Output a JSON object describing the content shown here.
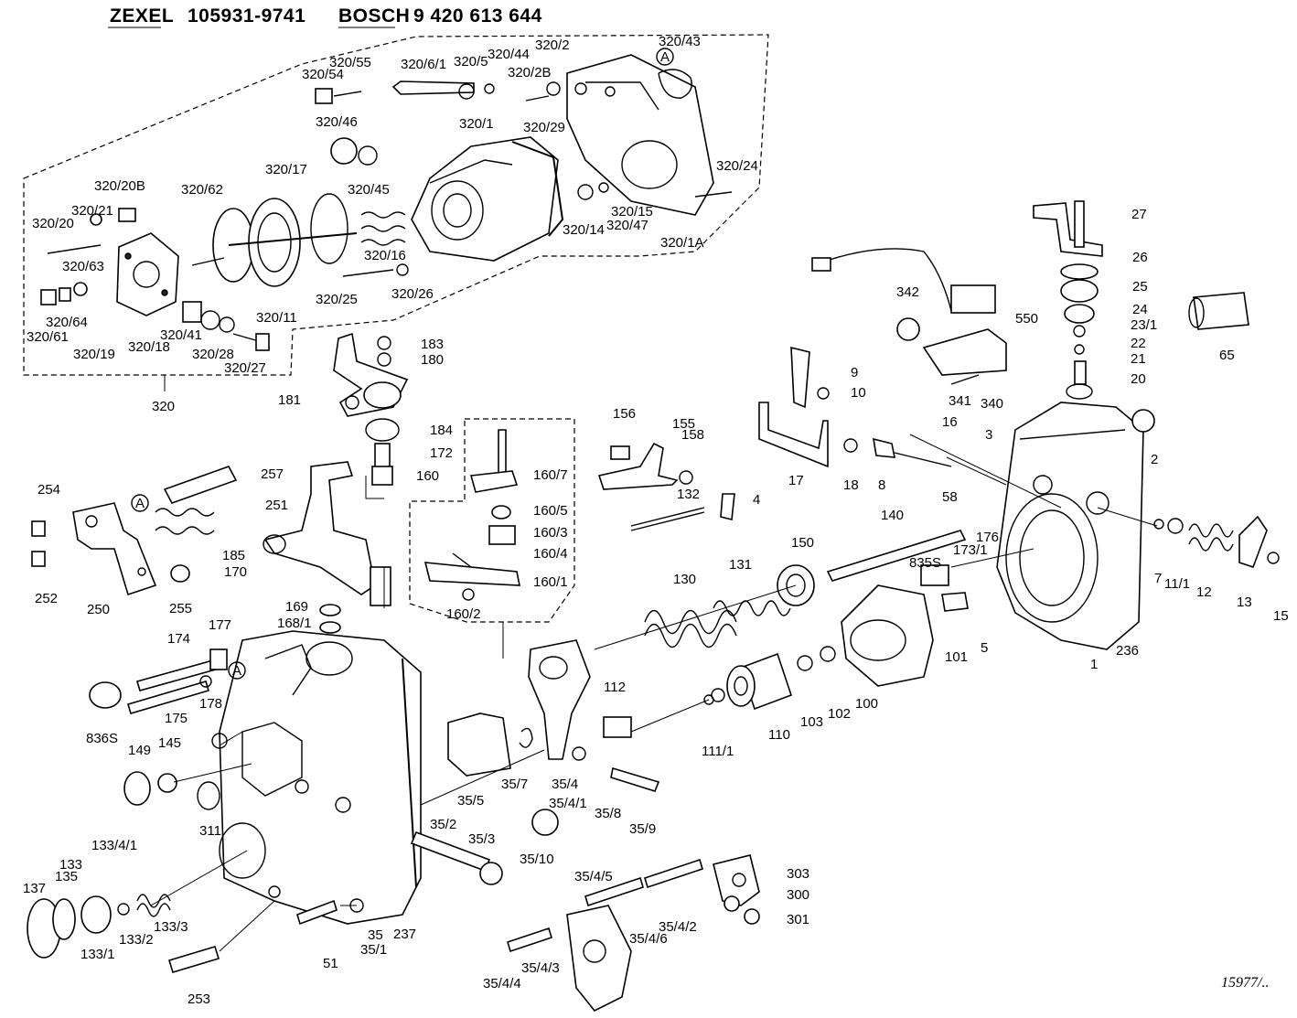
{
  "header": {
    "brand1": "ZEXEL",
    "part_no1": "105931-9741",
    "brand2": "BOSCH",
    "part_no2": "9 420 613 644"
  },
  "stamp": "15977/..",
  "labels": [
    {
      "id": "320/55",
      "t": "320/55"
    },
    {
      "id": "320/54",
      "t": "320/54"
    },
    {
      "id": "320/6/1",
      "t": "320/6/1"
    },
    {
      "id": "320/5",
      "t": "320/5"
    },
    {
      "id": "320/44",
      "t": "320/44"
    },
    {
      "id": "320/2",
      "t": "320/2"
    },
    {
      "id": "320/2B",
      "t": "320/2B"
    },
    {
      "id": "320/43",
      "t": "320/43"
    },
    {
      "id": "320/46",
      "t": "320/46"
    },
    {
      "id": "320/1",
      "t": "320/1"
    },
    {
      "id": "320/29",
      "t": "320/29"
    },
    {
      "id": "320/17",
      "t": "320/17"
    },
    {
      "id": "320/45",
      "t": "320/45"
    },
    {
      "id": "320/62",
      "t": "320/62"
    },
    {
      "id": "320/20B",
      "t": "320/20B"
    },
    {
      "id": "320/21",
      "t": "320/21"
    },
    {
      "id": "320/20",
      "t": "320/20"
    },
    {
      "id": "320/63",
      "t": "320/63"
    },
    {
      "id": "320/16",
      "t": "320/16"
    },
    {
      "id": "320/25",
      "t": "320/25"
    },
    {
      "id": "320/26",
      "t": "320/26"
    },
    {
      "id": "320/14",
      "t": "320/14"
    },
    {
      "id": "320/15",
      "t": "320/15"
    },
    {
      "id": "320/47",
      "t": "320/47"
    },
    {
      "id": "320/24",
      "t": "320/24"
    },
    {
      "id": "320/1A",
      "t": "320/1A"
    },
    {
      "id": "320/64",
      "t": "320/64"
    },
    {
      "id": "320/61",
      "t": "320/61"
    },
    {
      "id": "320/19",
      "t": "320/19"
    },
    {
      "id": "320/18",
      "t": "320/18"
    },
    {
      "id": "320/41",
      "t": "320/41"
    },
    {
      "id": "320/28",
      "t": "320/28"
    },
    {
      "id": "320/27",
      "t": "320/27"
    },
    {
      "id": "320/11",
      "t": "320/11"
    },
    {
      "id": "320",
      "t": "320"
    },
    {
      "id": "183",
      "t": "183"
    },
    {
      "id": "180",
      "t": "180"
    },
    {
      "id": "181",
      "t": "181"
    },
    {
      "id": "184",
      "t": "184"
    },
    {
      "id": "172",
      "t": "172"
    },
    {
      "id": "160",
      "t": "160"
    },
    {
      "id": "160/7",
      "t": "160/7"
    },
    {
      "id": "160/5",
      "t": "160/5"
    },
    {
      "id": "160/3",
      "t": "160/3"
    },
    {
      "id": "160/4",
      "t": "160/4"
    },
    {
      "id": "160/1",
      "t": "160/1"
    },
    {
      "id": "160/2",
      "t": "160/2"
    },
    {
      "id": "156",
      "t": "156"
    },
    {
      "id": "155",
      "t": "155"
    },
    {
      "id": "158",
      "t": "158"
    },
    {
      "id": "132",
      "t": "132"
    },
    {
      "id": "4",
      "t": "4"
    },
    {
      "id": "9",
      "t": "9"
    },
    {
      "id": "10",
      "t": "10"
    },
    {
      "id": "17",
      "t": "17"
    },
    {
      "id": "18",
      "t": "18"
    },
    {
      "id": "8",
      "t": "8"
    },
    {
      "id": "16",
      "t": "16"
    },
    {
      "id": "3",
      "t": "3"
    },
    {
      "id": "58",
      "t": "58"
    },
    {
      "id": "342",
      "t": "342"
    },
    {
      "id": "550",
      "t": "550"
    },
    {
      "id": "341",
      "t": "341"
    },
    {
      "id": "340",
      "t": "340"
    },
    {
      "id": "27",
      "t": "27"
    },
    {
      "id": "26",
      "t": "26"
    },
    {
      "id": "25",
      "t": "25"
    },
    {
      "id": "24",
      "t": "24"
    },
    {
      "id": "23/1",
      "t": "23/1"
    },
    {
      "id": "22",
      "t": "22"
    },
    {
      "id": "21",
      "t": "21"
    },
    {
      "id": "20",
      "t": "20"
    },
    {
      "id": "65",
      "t": "65"
    },
    {
      "id": "2",
      "t": "2"
    },
    {
      "id": "254",
      "t": "254"
    },
    {
      "id": "257",
      "t": "257"
    },
    {
      "id": "251",
      "t": "251"
    },
    {
      "id": "252",
      "t": "252"
    },
    {
      "id": "250",
      "t": "250"
    },
    {
      "id": "255",
      "t": "255"
    },
    {
      "id": "185",
      "t": "185"
    },
    {
      "id": "170",
      "t": "170"
    },
    {
      "id": "169",
      "t": "169"
    },
    {
      "id": "168/1",
      "t": "168/1"
    },
    {
      "id": "174",
      "t": "174"
    },
    {
      "id": "177",
      "t": "177"
    },
    {
      "id": "175",
      "t": "175"
    },
    {
      "id": "178",
      "t": "178"
    },
    {
      "id": "836S",
      "t": "836S"
    },
    {
      "id": "149",
      "t": "149"
    },
    {
      "id": "145",
      "t": "145"
    },
    {
      "id": "311",
      "t": "311"
    },
    {
      "id": "140",
      "t": "140"
    },
    {
      "id": "176",
      "t": "176"
    },
    {
      "id": "173/1",
      "t": "173/1"
    },
    {
      "id": "835S",
      "t": "835S"
    },
    {
      "id": "150",
      "t": "150"
    },
    {
      "id": "131",
      "t": "131"
    },
    {
      "id": "130",
      "t": "130"
    },
    {
      "id": "7",
      "t": "7"
    },
    {
      "id": "11/1",
      "t": "11/1"
    },
    {
      "id": "12",
      "t": "12"
    },
    {
      "id": "13",
      "t": "13"
    },
    {
      "id": "15",
      "t": "15"
    },
    {
      "id": "5",
      "t": "5"
    },
    {
      "id": "101",
      "t": "101"
    },
    {
      "id": "1",
      "t": "1"
    },
    {
      "id": "236",
      "t": "236"
    },
    {
      "id": "100",
      "t": "100"
    },
    {
      "id": "102",
      "t": "102"
    },
    {
      "id": "103",
      "t": "103"
    },
    {
      "id": "110",
      "t": "110"
    },
    {
      "id": "111/1",
      "t": "111/1"
    },
    {
      "id": "112",
      "t": "112"
    },
    {
      "id": "35/5",
      "t": "35/5"
    },
    {
      "id": "35/7",
      "t": "35/7"
    },
    {
      "id": "35/4",
      "t": "35/4"
    },
    {
      "id": "35/4/1",
      "t": "35/4/1"
    },
    {
      "id": "35/8",
      "t": "35/8"
    },
    {
      "id": "35/9",
      "t": "35/9"
    },
    {
      "id": "35/10",
      "t": "35/10"
    },
    {
      "id": "35/2",
      "t": "35/2"
    },
    {
      "id": "35/3",
      "t": "35/3"
    },
    {
      "id": "133/4/1",
      "t": "133/4/1"
    },
    {
      "id": "133",
      "t": "133"
    },
    {
      "id": "135",
      "t": "135"
    },
    {
      "id": "137",
      "t": "137"
    },
    {
      "id": "133/3",
      "t": "133/3"
    },
    {
      "id": "133/2",
      "t": "133/2"
    },
    {
      "id": "133/1",
      "t": "133/1"
    },
    {
      "id": "253",
      "t": "253"
    },
    {
      "id": "51",
      "t": "51"
    },
    {
      "id": "35",
      "t": "35"
    },
    {
      "id": "35/1",
      "t": "35/1"
    },
    {
      "id": "237",
      "t": "237"
    },
    {
      "id": "35/4/5",
      "t": "35/4/5"
    },
    {
      "id": "35/4/2",
      "t": "35/4/2"
    },
    {
      "id": "35/4/6",
      "t": "35/4/6"
    },
    {
      "id": "35/4/3",
      "t": "35/4/3"
    },
    {
      "id": "35/4/4",
      "t": "35/4/4"
    },
    {
      "id": "303",
      "t": "303"
    },
    {
      "id": "300",
      "t": "300"
    },
    {
      "id": "301",
      "t": "301"
    },
    {
      "id": "A1",
      "t": "A"
    },
    {
      "id": "A2",
      "t": "A"
    },
    {
      "id": "A3",
      "t": "A"
    }
  ]
}
